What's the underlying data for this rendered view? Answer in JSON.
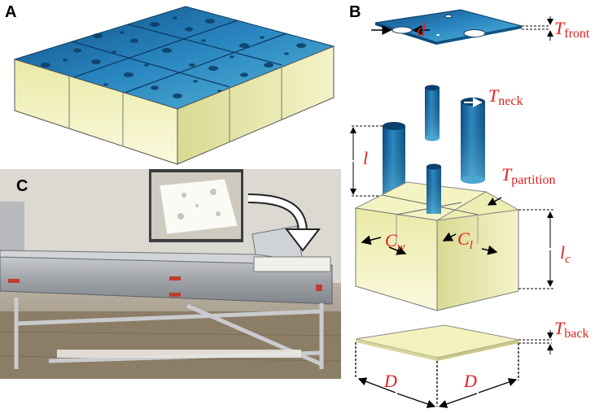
{
  "panels": {
    "a": "A",
    "b": "B",
    "c": "C"
  },
  "labels": {
    "d": "d",
    "t_front": "T",
    "t_front_sub": "front",
    "t_neck": "T",
    "t_neck_sub": "neck",
    "l": "l",
    "t_partition": "T",
    "t_partition_sub": "partition",
    "c_w": "C",
    "c_w_sub": "w",
    "c_l": "C",
    "c_l_sub": "l",
    "l_c": "l",
    "l_c_sub": "c",
    "t_back": "T",
    "t_back_sub": "back",
    "d_left": "D",
    "d_right": "D"
  },
  "colors": {
    "label_red": "#e02020",
    "top_blue": "#1f6fa8",
    "body_yellow": "#f3f0b8"
  }
}
